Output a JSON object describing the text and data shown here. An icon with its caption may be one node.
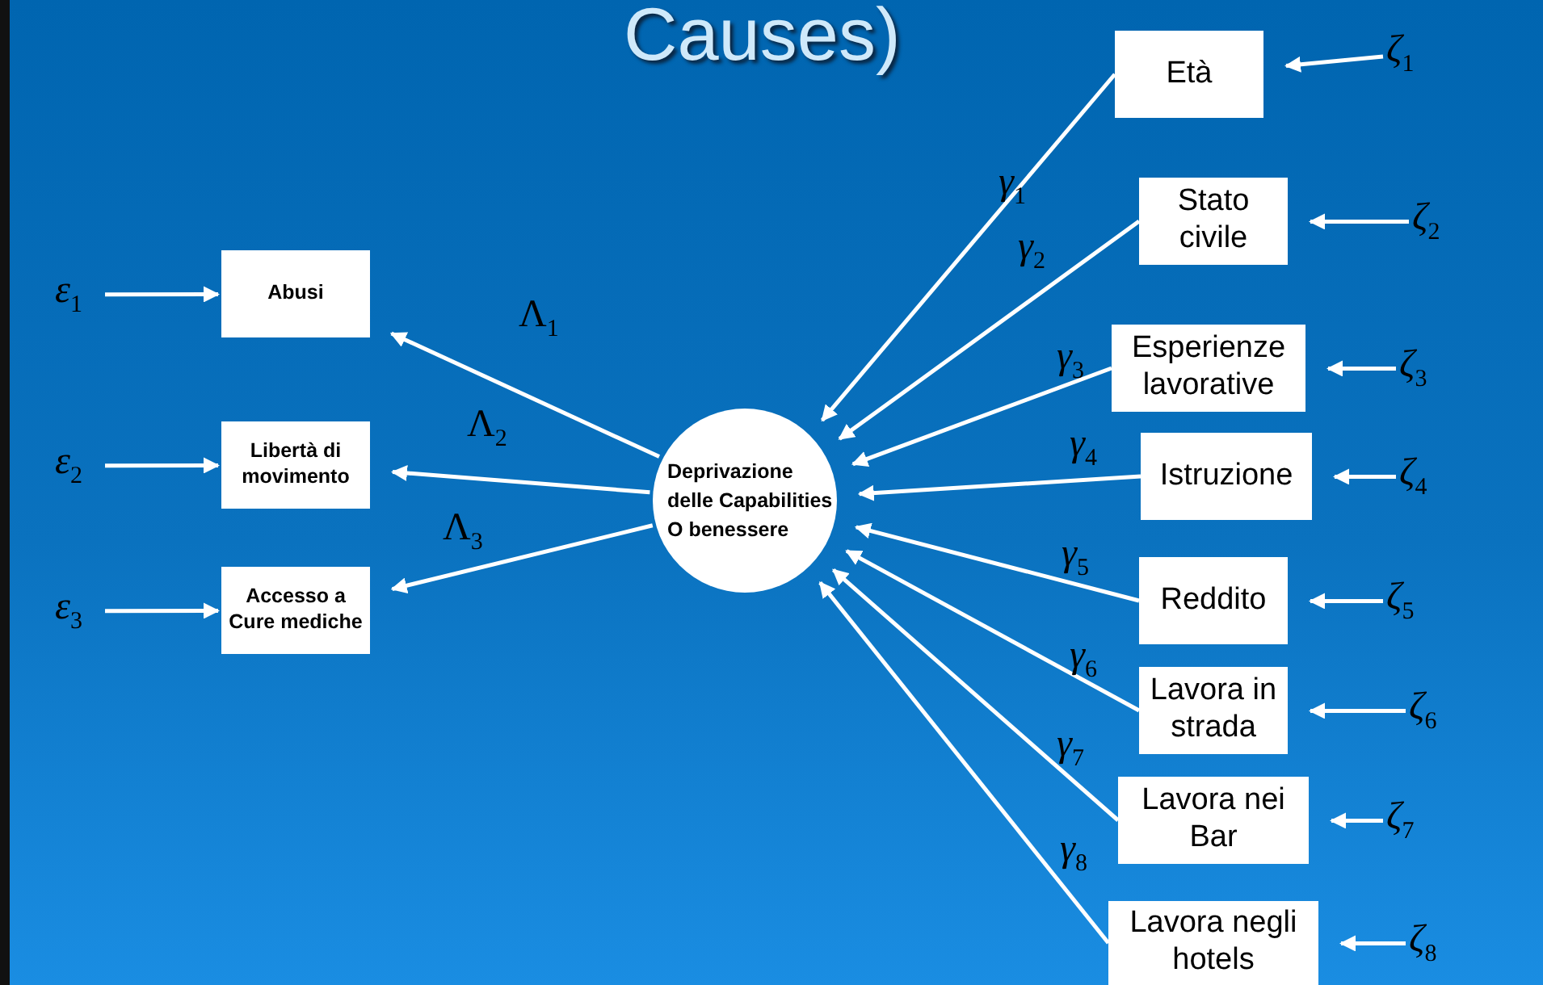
{
  "diagram": {
    "title": "Causes)",
    "nodes": [
      {
        "text": [
          "Deprivazione delle Capabilities O benessere"
        ]
      },
      {
        "text": [
          "Abusi"
        ]
      },
      {
        "text": [
          "Libertà di movimento"
        ]
      },
      {
        "text": [
          "Accesso a Cure mediche"
        ]
      },
      {
        "text": [
          "Età"
        ]
      },
      {
        "text": [
          "Stato civile"
        ]
      },
      {
        "text": [
          "Esperienze lavorative"
        ]
      },
      {
        "text": [
          "Istruzione"
        ]
      },
      {
        "text": [
          "Reddito"
        ]
      },
      {
        "text": [
          "Lavora in strada"
        ]
      },
      {
        "text": [
          "Lavora nei Bar"
        ]
      },
      {
        "text": [
          "Lavora negli hotels"
        ]
      },
      {
        "text": [
          "ε$_{1}$"
        ]
      },
      {
        "text": [
          "ε$_{2}$"
        ]
      },
      {
        "text": [
          "ε$_{3}$"
        ]
      },
      {
        "text": [
          "ζ$_{1}$"
        ]
      },
      {
        "text": [
          "ζ$_{2}$"
        ]
      },
      {
        "text": [
          "ζ$_{3}$"
        ]
      },
      {
        "text": [
          "ζ$_{4}$"
        ]
      },
      {
        "text": [
          "ζ$_{5}$"
        ]
      },
      {
        "text": [
          "ζ$_{6}$"
        ]
      },
      {
        "text": [
          "ζ$_{7}$"
        ]
      },
      {
        "text": [
          "ζ$_{8}$"
        ]
      }
    ],
    "edges": [
      {
        "from": 12,
        "to": 1,
        "arrow": "to"
      },
      {
        "from": 13,
        "to": 2,
        "arrow": "to"
      },
      {
        "from": 14,
        "to": 3,
        "arrow": "to"
      },
      {
        "from": 0,
        "to": 1,
        "arrow": "to",
        "label": "Λ$_{1}$"
      },
      {
        "from": 0,
        "to": 2,
        "arrow": "to",
        "label": "Λ$_{2}$"
      },
      {
        "from": 0,
        "to": 3,
        "arrow": "to",
        "label": "Λ$_{3}$"
      },
      {
        "from": 4,
        "to": 0,
        "arrow": "to",
        "label": "γ$_{1}$"
      },
      {
        "from": 5,
        "to": 0,
        "arrow": "to",
        "label": "γ$_{2}$"
      },
      {
        "from": 6,
        "to": 0,
        "arrow": "to",
        "label": "γ$_{3}$"
      },
      {
        "from": 7,
        "to": 0,
        "arrow": "to",
        "label": "γ$_{4}$"
      },
      {
        "from": 8,
        "to": 0,
        "arrow": "to",
        "label": "γ$_{5}$"
      },
      {
        "from": 9,
        "to": 0,
        "arrow": "to",
        "label": "γ$_{6}$"
      },
      {
        "from": 10,
        "to": 0,
        "arrow": "to",
        "label": "γ$_{7}$"
      },
      {
        "from": 11,
        "to": 0,
        "arrow": "to",
        "label": "γ$_{8}$"
      },
      {
        "from": 15,
        "to": 4,
        "arrow": "to"
      },
      {
        "from": 16,
        "to": 5,
        "arrow": "to"
      },
      {
        "from": 17,
        "to": 6,
        "arrow": "to"
      },
      {
        "from": 18,
        "to": 7,
        "arrow": "to"
      },
      {
        "from": 19,
        "to": 8,
        "arrow": "to"
      },
      {
        "from": 20,
        "to": 9,
        "arrow": "to"
      },
      {
        "from": 21,
        "to": 10,
        "arrow": "to"
      },
      {
        "from": 22,
        "to": 11,
        "arrow": "to"
      }
    ]
  }
}
